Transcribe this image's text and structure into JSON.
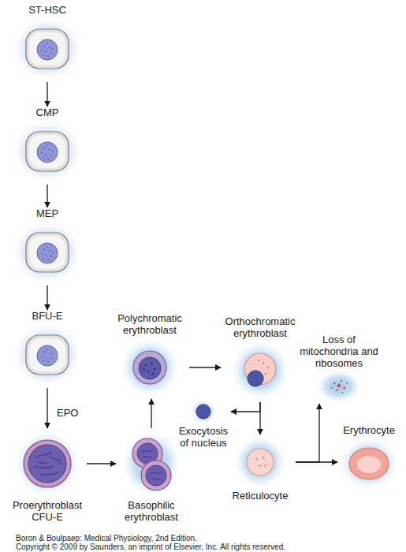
{
  "diagram": {
    "nodes": [
      {
        "text": [
          "ST-HSC"
        ]
      },
      {
        "text": [
          "CMP"
        ]
      },
      {
        "text": [
          "MEP"
        ]
      },
      {
        "text": [
          "BFU-E"
        ]
      },
      {
        "text": [
          "Proerythroblast CFU-E"
        ]
      },
      {
        "text": [
          "Basophilic erythroblast"
        ]
      },
      {
        "text": [
          "Polychromatic erythroblast"
        ]
      },
      {
        "text": [
          "Orthochromatic erythroblast"
        ]
      },
      {
        "text": [
          "Exocytosis of nucleus"
        ]
      },
      {
        "text": [
          "Reticulocyte"
        ]
      },
      {
        "text": [
          "Loss of mitochondria and ribosomes"
        ]
      },
      {
        "text": [
          "Erythrocyte"
        ]
      }
    ],
    "edges": [
      {
        "from": 0,
        "to": 1,
        "arrow": "to"
      },
      {
        "from": 1,
        "to": 2,
        "arrow": "to"
      },
      {
        "from": 2,
        "to": 3,
        "arrow": "to"
      },
      {
        "from": 3,
        "to": 4,
        "label": "EPO",
        "arrow": "to"
      },
      {
        "from": 4,
        "to": 5,
        "arrow": "to"
      },
      {
        "from": 5,
        "to": 6,
        "arrow": "to"
      },
      {
        "from": 6,
        "to": 7,
        "arrow": "to"
      },
      {
        "from": 7,
        "to": 8,
        "arrow": "to"
      },
      {
        "from": 7,
        "to": 9,
        "arrow": "to"
      },
      {
        "from": 9,
        "to": 10,
        "arrow": "to"
      },
      {
        "from": 9,
        "to": 11,
        "arrow": "to"
      }
    ],
    "labels": [
      "Boron & Boulpaep: Medical Physiology, 2nd Edition.",
      "Copyright © 2009 by Saunders, an imprint of Elsevier, Inc. All rights reserved."
    ]
  }
}
